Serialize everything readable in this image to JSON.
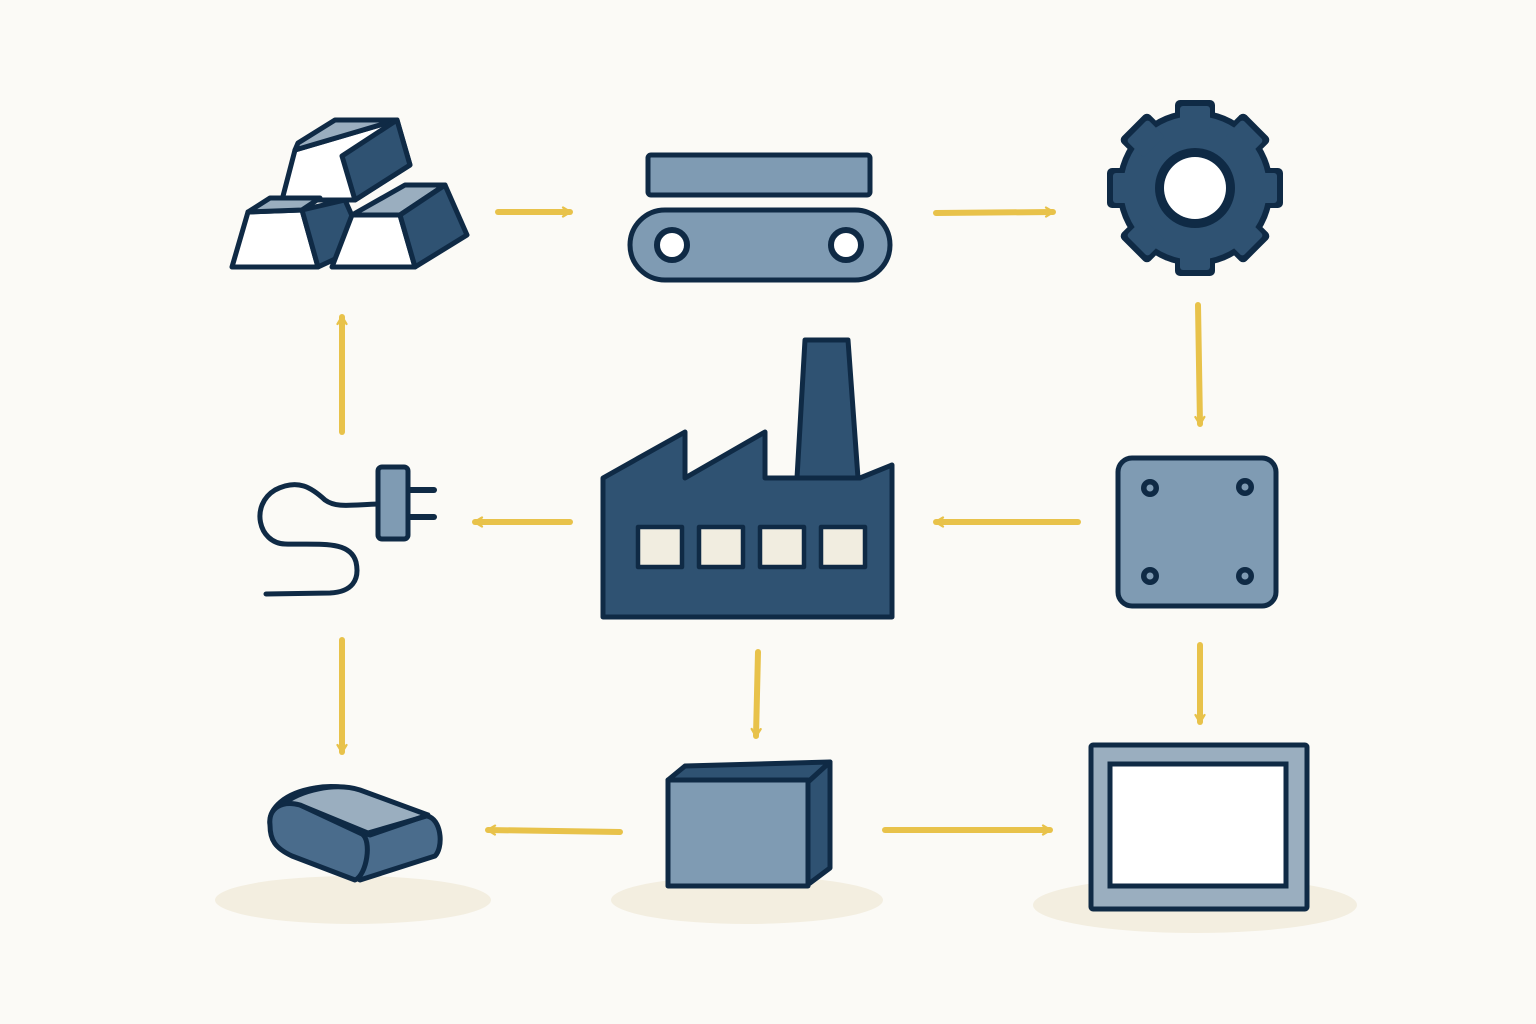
{
  "diagram": {
    "type": "process-flow",
    "colors": {
      "background": "#fbfaf6",
      "navy": "#0f2a45",
      "dark_blue": "#2f5272",
      "steel": "#7f9bb3",
      "arrow": "#e8c24a",
      "light": "#f1ede0",
      "shadow": "#f3eee0"
    },
    "nodes": [
      {
        "id": "ingots",
        "icon": "metal-ingots-icon"
      },
      {
        "id": "conveyor",
        "icon": "conveyor-belt-icon"
      },
      {
        "id": "gear",
        "icon": "gear-icon"
      },
      {
        "id": "plate",
        "icon": "metal-plate-icon"
      },
      {
        "id": "factory",
        "icon": "factory-icon"
      },
      {
        "id": "plug",
        "icon": "power-plug-icon"
      },
      {
        "id": "bar",
        "icon": "metal-bar-icon"
      },
      {
        "id": "block",
        "icon": "metal-block-icon"
      },
      {
        "id": "frame",
        "icon": "picture-frame-icon"
      }
    ],
    "edges": [
      {
        "from": "ingots",
        "to": "conveyor"
      },
      {
        "from": "conveyor",
        "to": "gear"
      },
      {
        "from": "gear",
        "to": "plate"
      },
      {
        "from": "plate",
        "to": "factory"
      },
      {
        "from": "plate",
        "to": "frame"
      },
      {
        "from": "factory",
        "to": "plug"
      },
      {
        "from": "factory",
        "to": "block"
      },
      {
        "from": "plug",
        "to": "ingots"
      },
      {
        "from": "plug",
        "to": "bar"
      },
      {
        "from": "block",
        "to": "bar"
      },
      {
        "from": "block",
        "to": "frame"
      }
    ]
  }
}
